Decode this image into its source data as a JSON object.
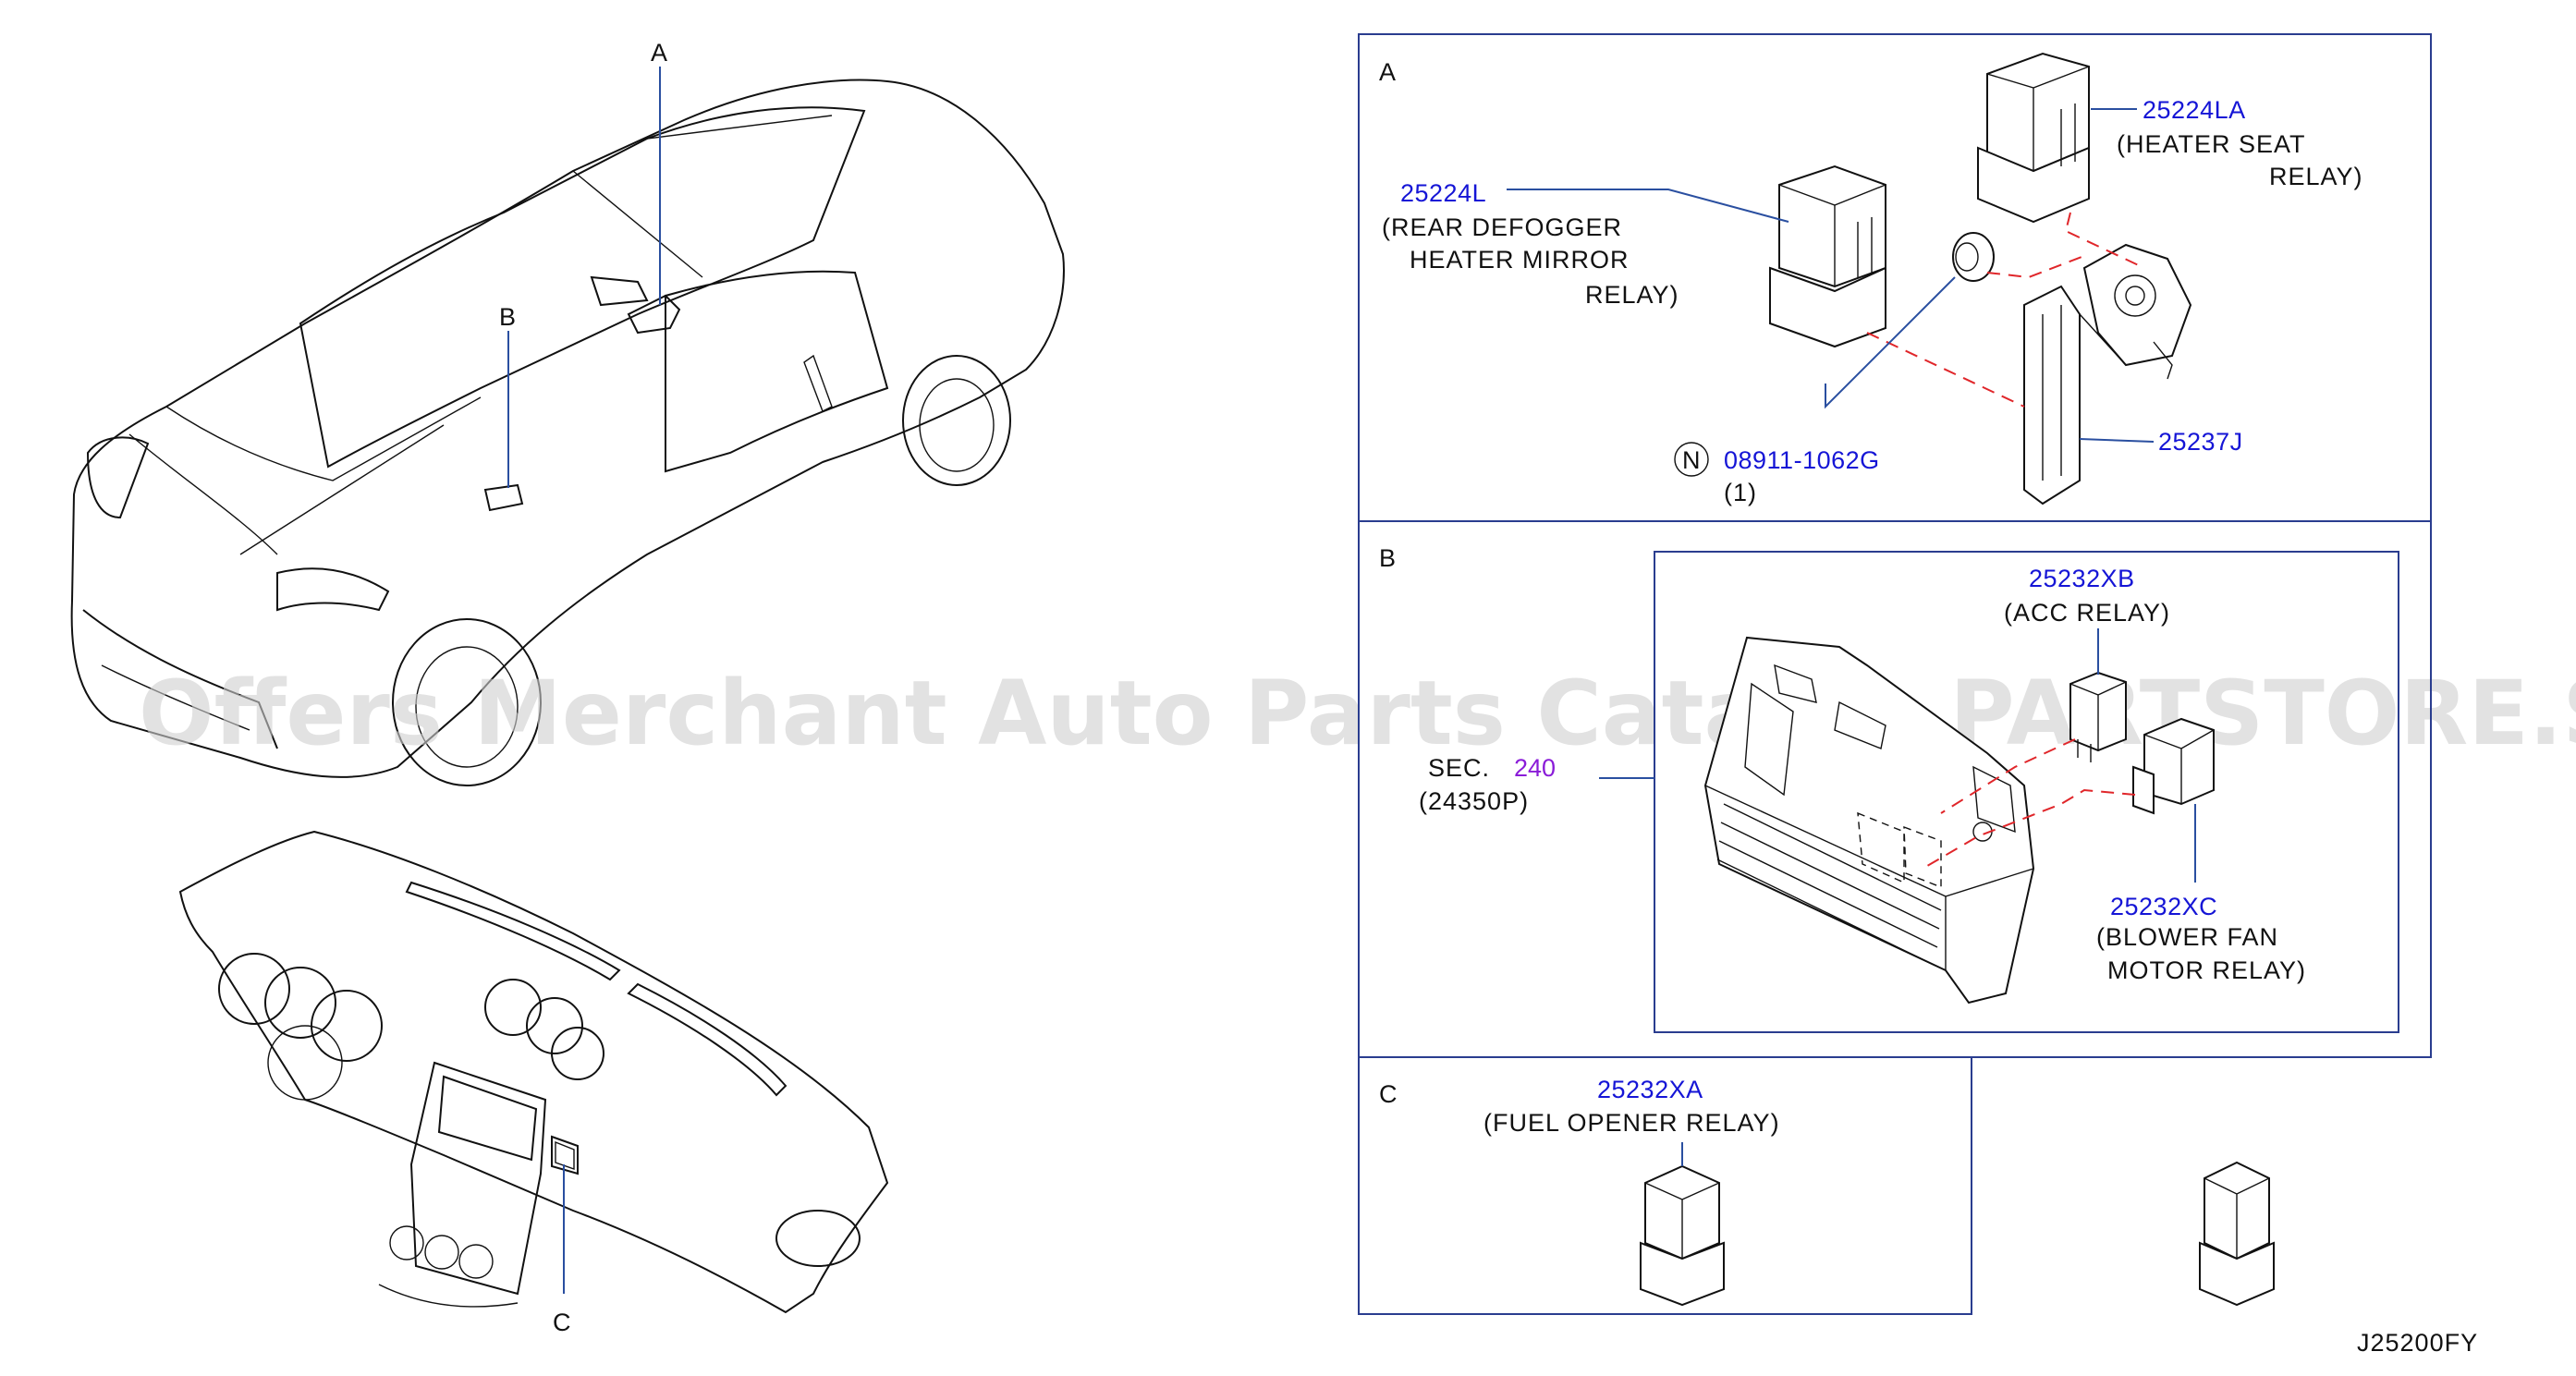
{
  "watermark": "Offers Merchant Auto Parts Catalog PARTSTORE.SA",
  "drawing_code": "J25200FY",
  "car_callouts": {
    "a": "A",
    "b": "B",
    "c": "C"
  },
  "panel_a": {
    "letter": "A",
    "parts": [
      {
        "number": "25224LA",
        "desc_line1": "(HEATER   SEAT",
        "desc_line2": "RELAY)"
      },
      {
        "number": "25224L",
        "desc_line1": "(REAR   DEFOGGER",
        "desc_line2": "HEATER   MIRROR",
        "desc_line3": "RELAY)"
      },
      {
        "number": "25237J"
      }
    ],
    "nut": {
      "symbol": "N",
      "number": "08911-1062G",
      "qty": "(1)"
    }
  },
  "panel_b": {
    "letter": "B",
    "sec_prefix": "SEC.",
    "sec_number": "240",
    "sec_part": "(24350P)",
    "parts": [
      {
        "number": "25232XB",
        "desc_line1": "(ACC    RELAY)"
      },
      {
        "number": "25232XC",
        "desc_line1": "(BLOWER   FAN",
        "desc_line2": "MOTOR   RELAY)"
      }
    ]
  },
  "panel_c": {
    "letter": "C",
    "part": {
      "number": "25232XA",
      "desc_line1": "(FUEL    OPENER    RELAY)"
    }
  }
}
